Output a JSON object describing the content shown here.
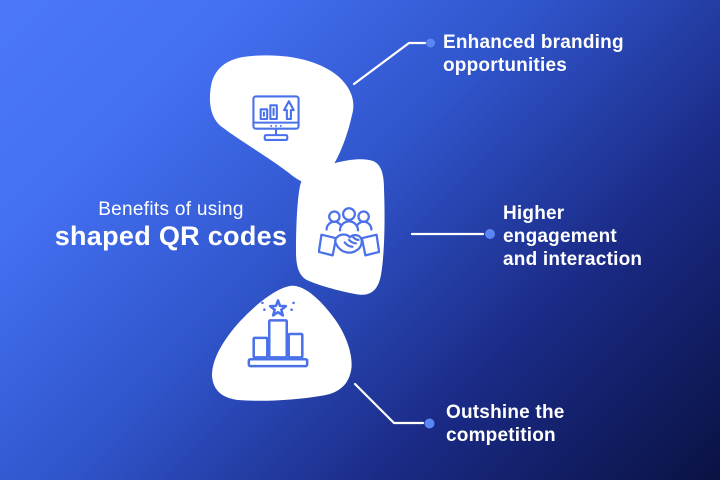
{
  "title": {
    "line1": "Benefits of using",
    "line2": "shaped QR codes"
  },
  "benefits": [
    {
      "name": "Enhanced branding opportunities",
      "lines": [
        "Enhanced branding",
        "opportunities"
      ],
      "icon": "monitor-chart-icon"
    },
    {
      "name": "Higher engagement and interaction",
      "lines": [
        "Higher",
        "engagement",
        "and interaction"
      ],
      "icon": "handshake-people-icon"
    },
    {
      "name": "Outshine the competition",
      "lines": [
        "Outshine the",
        "competition"
      ],
      "icon": "podium-star-icon"
    }
  ],
  "colors": {
    "bg_top_left": "#4c77f9",
    "bg_bottom_right": "#0a1243",
    "blob_fill": "#ffffff",
    "icon_stroke": "#4a71e9",
    "connector_line": "#ffffff",
    "connector_dot": "#5c85f5",
    "text": "#ffffff"
  }
}
